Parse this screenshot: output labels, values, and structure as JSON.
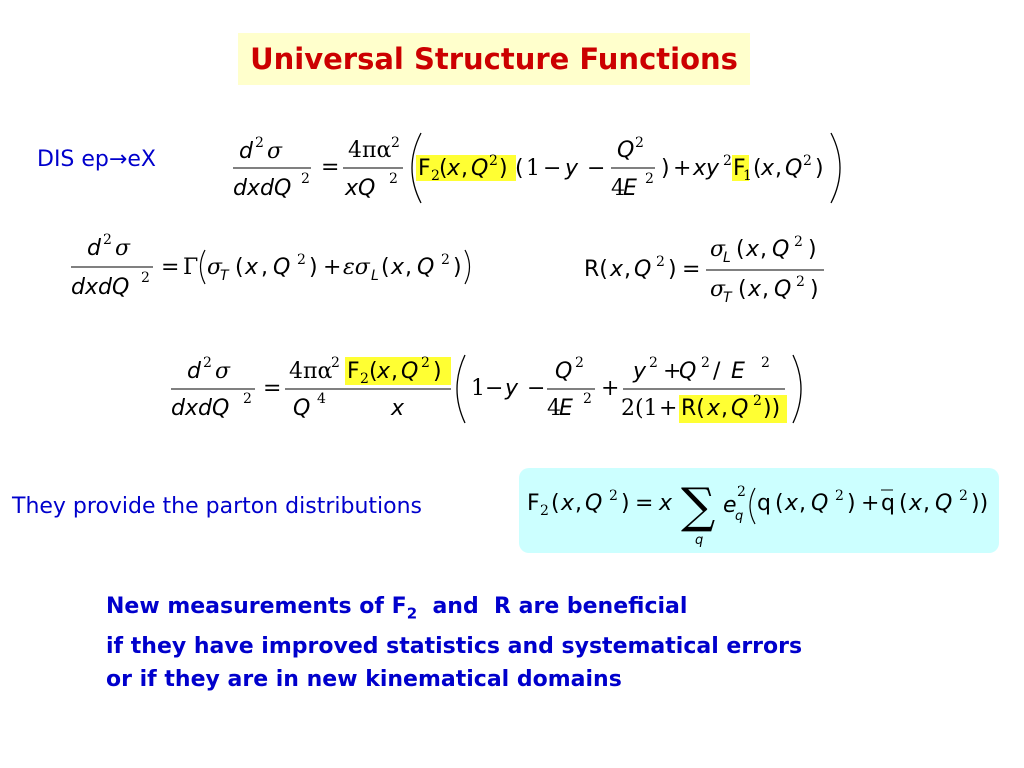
{
  "title": "Universal Structure Functions",
  "dis_label": "DIS ep→eX",
  "parton_label": "They provide the parton distributions",
  "note": {
    "line1_prefix": "New measurements of F",
    "line1_sub": "2",
    "line1_suffix": "  and  R are beneficial",
    "line2": "if they have improved statistics and systematical errors",
    "line3": "or if they are in new kinematical domains"
  },
  "colors": {
    "title": "#cc0000",
    "text_blue": "#0000cc",
    "highlight": "#ffff33",
    "title_bg": "#ffffcc",
    "formula_bg": "#ccffff"
  }
}
